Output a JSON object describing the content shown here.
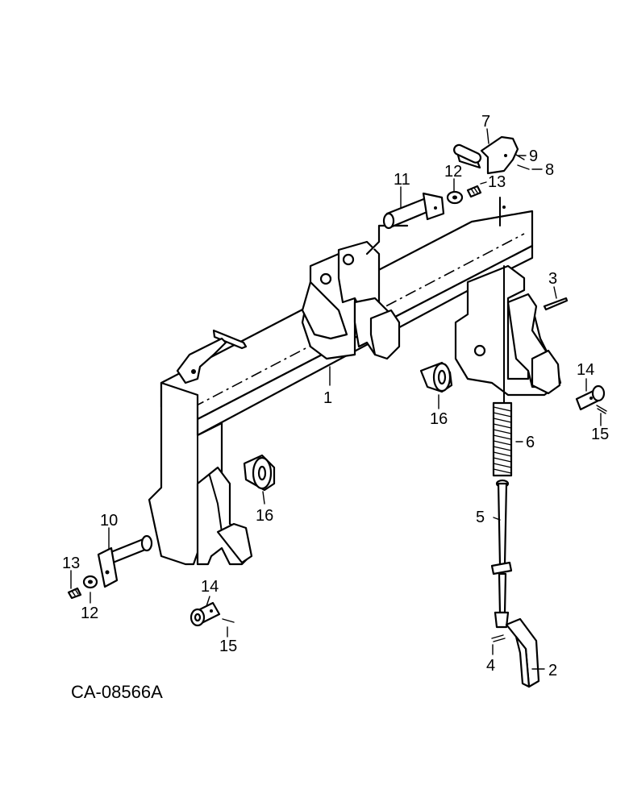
{
  "drawing_code": "CA-08566A",
  "callouts": {
    "c1": "1",
    "c2": "2",
    "c3": "3",
    "c4": "4",
    "c5": "5",
    "c6": "6",
    "c7": "7",
    "c8": "8",
    "c9": "9",
    "c10": "10",
    "c11": "11",
    "c12a": "12",
    "c12b": "12",
    "c13a": "13",
    "c13b": "13",
    "c14a": "14",
    "c14b": "14",
    "c15a": "15",
    "c15b": "15",
    "c16a": "16",
    "c16b": "16"
  }
}
